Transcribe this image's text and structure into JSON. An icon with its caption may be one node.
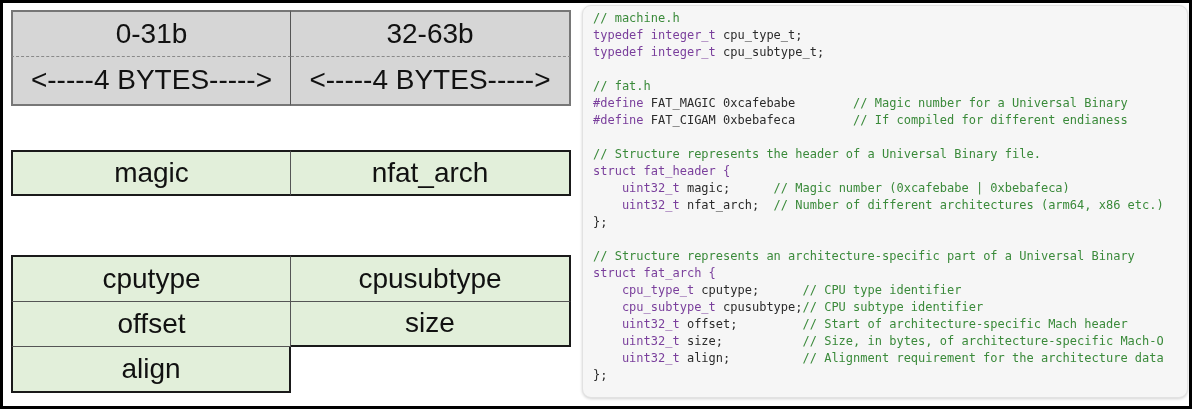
{
  "diagram": {
    "nodes": [
      {
        "text": [
          "0-31b"
        ]
      },
      {
        "text": [
          "32-63b"
        ]
      },
      {
        "text": [
          "<-----4 BYTES----->"
        ]
      },
      {
        "text": [
          "<-----4 BYTES----->"
        ]
      },
      {
        "text": [
          "magic"
        ]
      },
      {
        "text": [
          "nfat_arch"
        ]
      },
      {
        "text": [
          "cputype"
        ]
      },
      {
        "text": [
          "cpusubtype"
        ]
      },
      {
        "text": [
          "offset"
        ]
      },
      {
        "text": [
          "size"
        ]
      },
      {
        "text": [
          "align"
        ]
      },
      {
        "text": [
          "// machine.h",
          "typedef integer_t",
          "cpu_type_t;",
          "typedef integer_t",
          "cpu_subtype_t;",
          "// fat.h",
          "#define",
          "FAT_MAGIC 0xcafebabe",
          "// Magic number for a Universal Binary",
          "#define",
          "FAT_CIGAM 0xbebafeca",
          "// If compiled for different endianess",
          "// Structure represents the header of a Universal Binary file.",
          "struct fat_header {",
          "uint32_t",
          "magic;",
          "// Magic number (0xcafebabe | 0xbebafeca)",
          "uint32_t",
          "nfat_arch;",
          "// Number of different architectures (arm64, x86 etc.)",
          "};",
          "// Structure represents an architecture-specific part of a Universal Binary",
          "struct fat_arch {",
          "cpu_type_t",
          "cputype;",
          "// CPU type identifier",
          "cpu_subtype_t",
          "cpusubtype;",
          "// CPU subtype identifier",
          "uint32_t",
          "offset;",
          "// Start of architecture-specific Mach header",
          "uint32_t",
          "size;",
          "// Size, in bytes, of architecture-specific Mach-O",
          "uint32_t",
          "align;",
          "// Alignment requirement for the architecture data",
          "};"
        ]
      }
    ]
  }
}
